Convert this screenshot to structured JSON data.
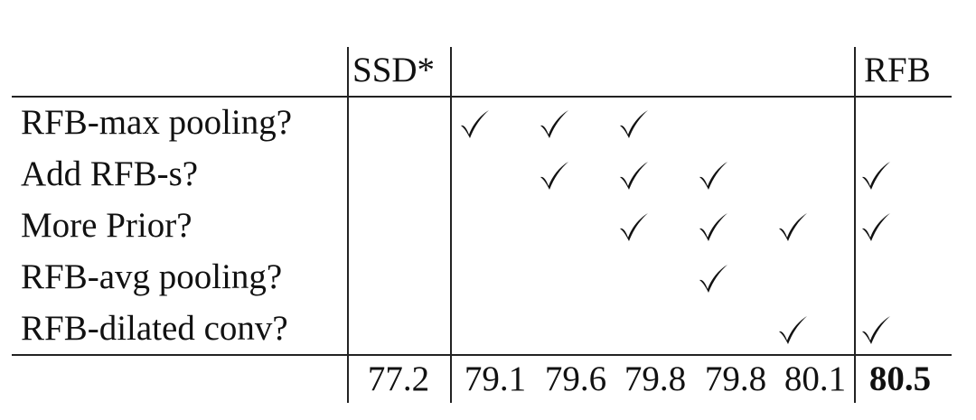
{
  "table": {
    "header": {
      "baseline": "SSD*",
      "final": "RFB"
    },
    "rows": [
      {
        "label": "RFB-max pooling?",
        "checks": [
          false,
          true,
          true,
          true,
          false,
          false,
          false
        ]
      },
      {
        "label": "Add RFB-s?",
        "checks": [
          false,
          false,
          true,
          true,
          true,
          false,
          true
        ]
      },
      {
        "label": "More Prior?",
        "checks": [
          false,
          false,
          false,
          true,
          true,
          true,
          true
        ]
      },
      {
        "label": "RFB-avg pooling?",
        "checks": [
          false,
          false,
          false,
          false,
          true,
          false,
          false
        ]
      },
      {
        "label": "RFB-dilated conv?",
        "checks": [
          false,
          false,
          false,
          false,
          false,
          true,
          true
        ]
      }
    ],
    "results": [
      "77.2",
      "79.1",
      "79.6",
      "79.8",
      "79.8",
      "80.1",
      "80.5"
    ],
    "check_symbol": "check-mark-icon"
  }
}
